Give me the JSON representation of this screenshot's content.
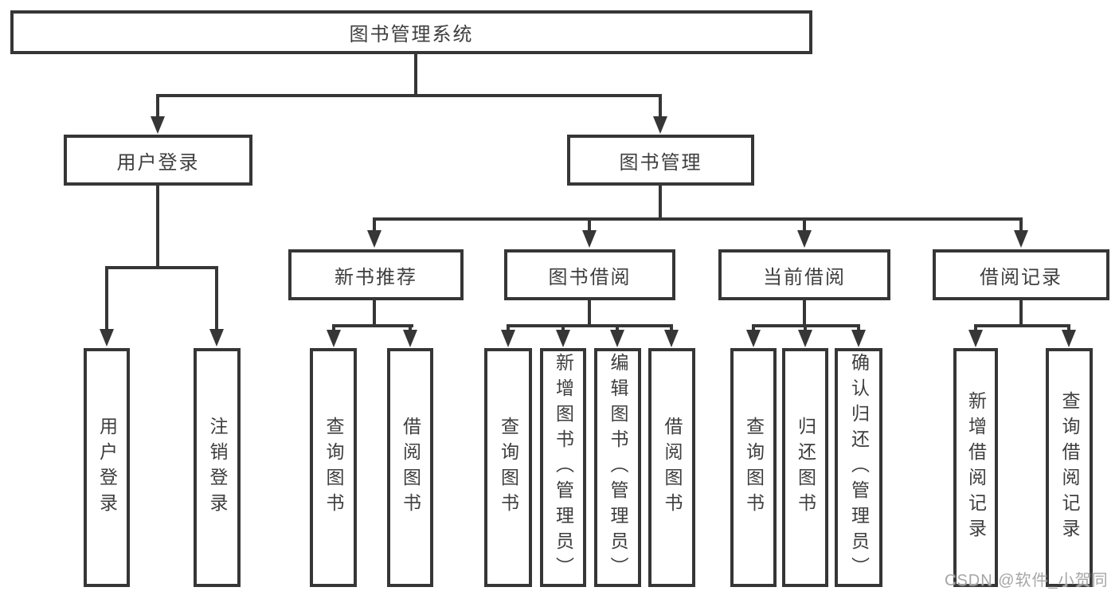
{
  "title": "图书管理系统",
  "watermark": "CSDN @软件_小贺同学",
  "colors": {
    "line": "#363636",
    "text": "#3e3e3e",
    "watermark": "#a6a6a6",
    "background": "#ffffff"
  },
  "tree": {
    "root": {
      "label": "图书管理系统"
    },
    "branches": [
      {
        "label": "用户登录",
        "children": [
          {
            "label": "用户登录"
          },
          {
            "label": "注销登录"
          }
        ]
      },
      {
        "label": "图书管理",
        "children": [
          {
            "label": "新书推荐",
            "children": [
              {
                "label": "查询图书"
              },
              {
                "label": "借阅图书"
              }
            ]
          },
          {
            "label": "图书借阅",
            "children": [
              {
                "label": "查询图书"
              },
              {
                "label": "新增图书（管理员）"
              },
              {
                "label": "编辑图书（管理员）"
              },
              {
                "label": "借阅图书"
              }
            ]
          },
          {
            "label": "当前借阅",
            "children": [
              {
                "label": "查询图书"
              },
              {
                "label": "归还图书"
              },
              {
                "label": "确认归还（管理员）"
              }
            ]
          },
          {
            "label": "借阅记录",
            "children": [
              {
                "label": "新增借阅记录"
              },
              {
                "label": "查询借阅记录"
              }
            ]
          }
        ]
      }
    ]
  }
}
